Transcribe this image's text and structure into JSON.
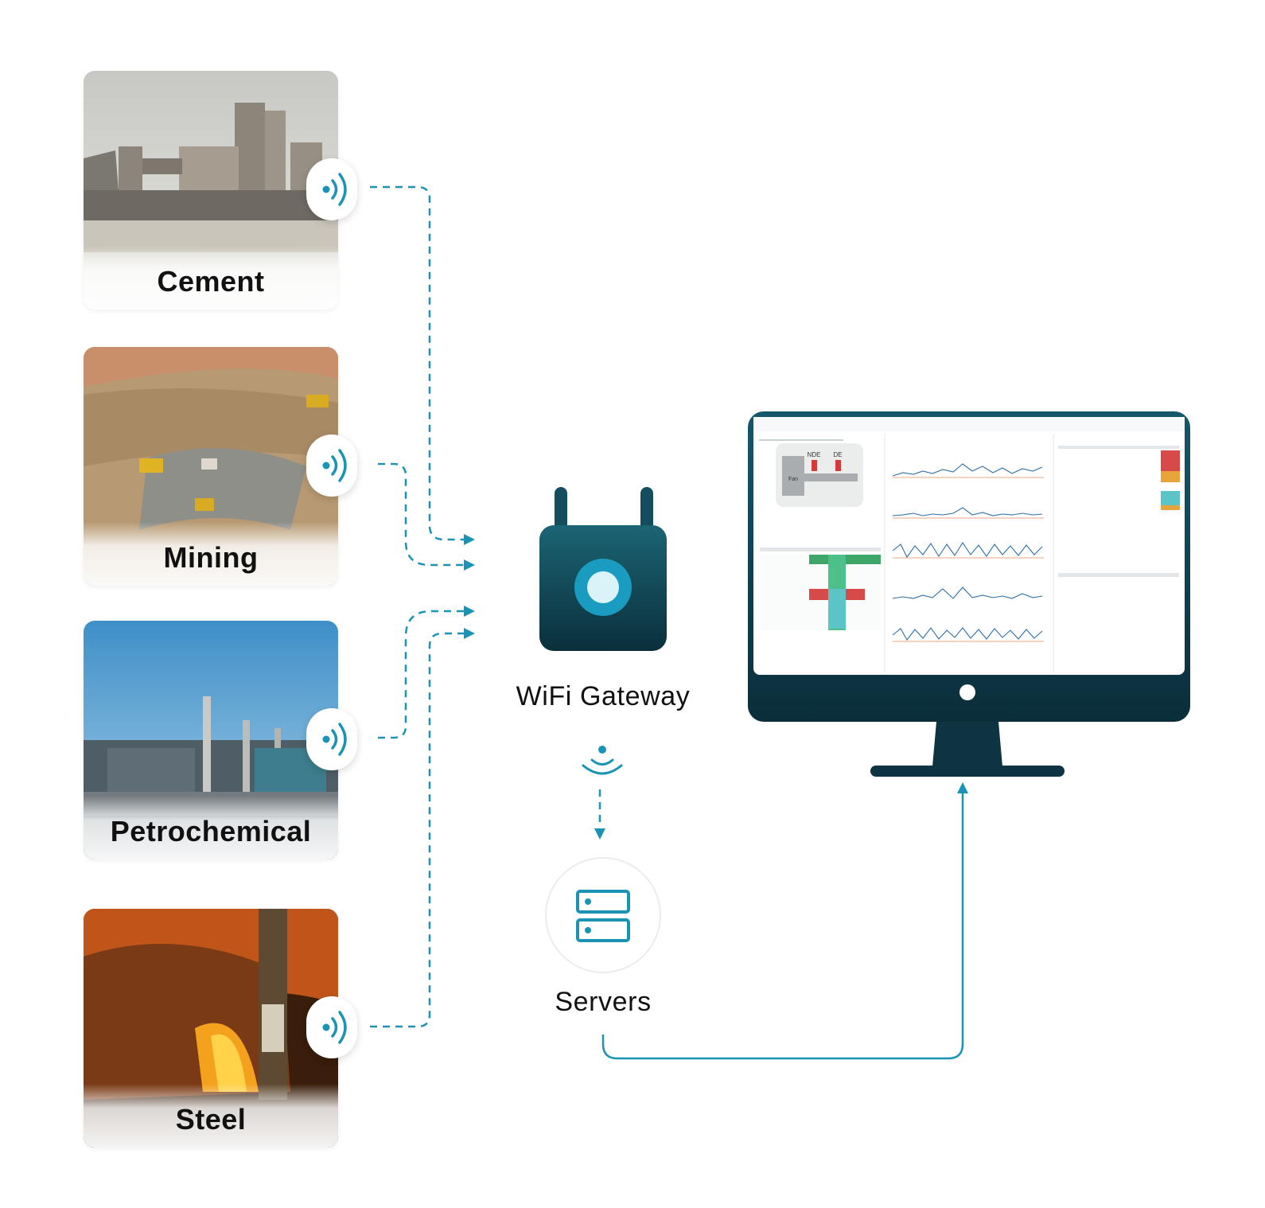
{
  "industries": [
    {
      "label": "Cement"
    },
    {
      "label": "Mining"
    },
    {
      "label": "Petrochemical"
    },
    {
      "label": "Steel"
    }
  ],
  "gateway": {
    "label": "WiFi Gateway",
    "icon": "router-icon"
  },
  "servers": {
    "label": "Servers",
    "icon": "server-rack-icon"
  },
  "monitor": {
    "icon": "monitor-dashboard-icon",
    "screen_labels": {
      "nde": "NDE",
      "de": "DE",
      "fan": "Fan"
    }
  },
  "colors": {
    "accent": "#1b93b5",
    "gateway_dark": "#0c3845",
    "monitor_dark": "#0d3440",
    "label_text": "#111111"
  }
}
